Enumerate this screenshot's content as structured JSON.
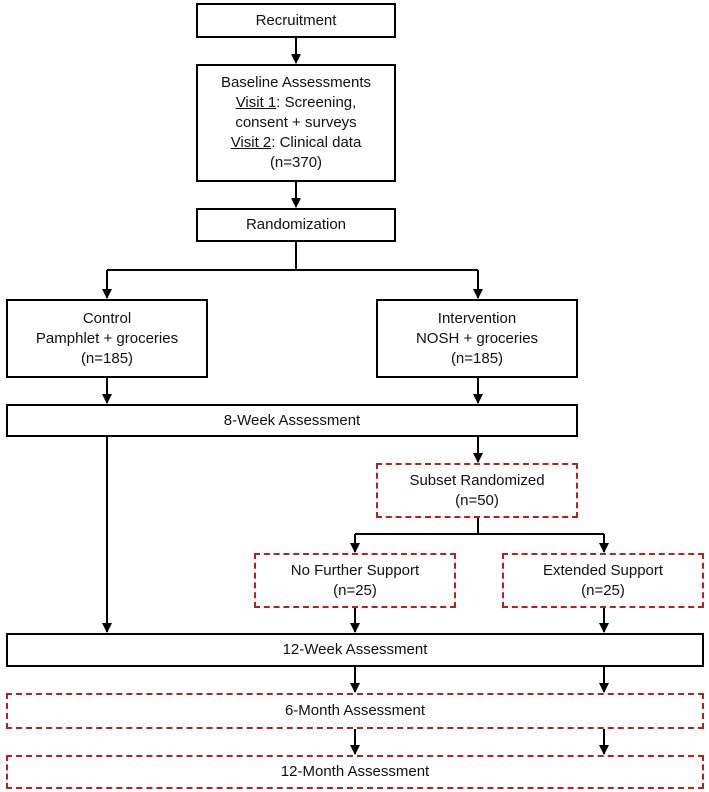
{
  "colors": {
    "solid_border": "#000000",
    "dashed_border": "#b22222",
    "arrow": "#000000"
  },
  "boxes": {
    "recruitment": "Recruitment",
    "baseline": {
      "title": "Baseline Assessments",
      "visit1_label": "Visit 1",
      "visit1_text": ": Screening,",
      "visit1_cont": "consent + surveys",
      "visit2_label": "Visit 2",
      "visit2_text": ": Clinical data",
      "n": "(n=370)"
    },
    "randomization": "Randomization",
    "control": {
      "line1": "Control",
      "line2": "Pamphlet + groceries",
      "n": "(n=185)"
    },
    "intervention": {
      "line1": "Intervention",
      "line2": "NOSH + groceries",
      "n": "(n=185)"
    },
    "week8": "8-Week Assessment",
    "subset": {
      "line1": "Subset Randomized",
      "n": "(n=50)"
    },
    "no_further": {
      "line1": "No Further Support",
      "n": "(n=25)"
    },
    "extended": {
      "line1": "Extended Support",
      "n": "(n=25)"
    },
    "week12": "12-Week Assessment",
    "month6": "6-Month Assessment",
    "month12": "12-Month Assessment"
  }
}
